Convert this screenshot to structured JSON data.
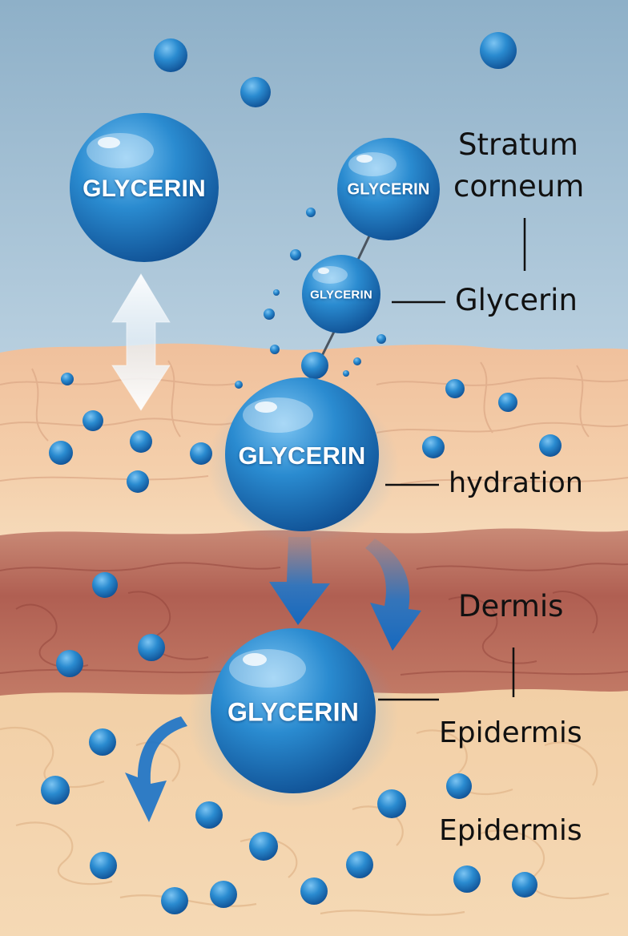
{
  "molecules": {
    "m1": "GLYCERIN",
    "m2": "GLYCERIN",
    "m3": "GLYCERIN",
    "m4": "GLYCERIN",
    "m5": "GLYCERIN"
  },
  "labels": {
    "stratum_line1": "Stratum",
    "stratum_line2": "corneum",
    "glycerin": "Glycerin",
    "hydration": "hydration",
    "dermis": "Dermis",
    "epidermis_upper": "Epidermis",
    "epidermis_lower": "Epidermis"
  },
  "colors": {
    "background_top": "#8fb1c9",
    "background_bottom": "#b7cfe0",
    "skin_upper": "#f2c9a6",
    "skin_dermis": "#b9675a",
    "skin_lower": "#f3d2ab",
    "glycerin_blue": "#1f7cc4",
    "arrow_blue": "#1b74c9",
    "arrow_white": "#ffffff"
  }
}
